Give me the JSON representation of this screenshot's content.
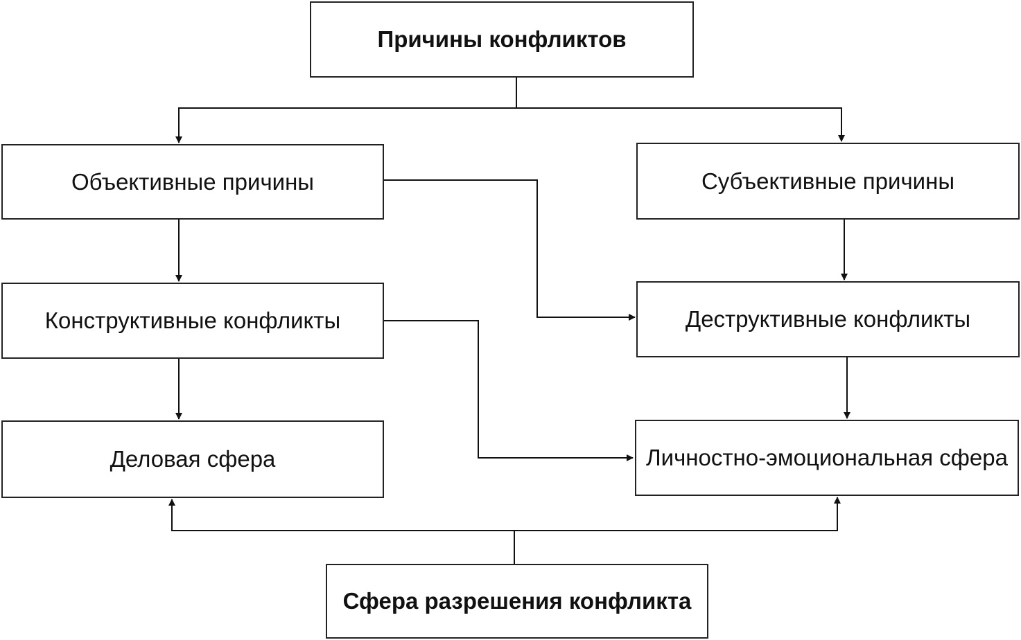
{
  "nodes": {
    "root": "Причины конфликтов",
    "objective": "Объективные причины",
    "subjective": "Субъективные причины",
    "constructive": "Конструктивные конфликты",
    "destructive": "Деструктивные конфликты",
    "business": "Деловая сфера",
    "personal": "Личностно-эмоциональная сфера",
    "resolution": "Сфера разрешения конфликта"
  },
  "edges": [
    {
      "from": "root",
      "to": "objective"
    },
    {
      "from": "root",
      "to": "subjective"
    },
    {
      "from": "objective",
      "to": "constructive"
    },
    {
      "from": "objective",
      "to": "destructive"
    },
    {
      "from": "subjective",
      "to": "destructive"
    },
    {
      "from": "constructive",
      "to": "business"
    },
    {
      "from": "constructive",
      "to": "personal"
    },
    {
      "from": "destructive",
      "to": "personal"
    },
    {
      "from": "resolution",
      "to": "business"
    },
    {
      "from": "resolution",
      "to": "personal"
    }
  ]
}
